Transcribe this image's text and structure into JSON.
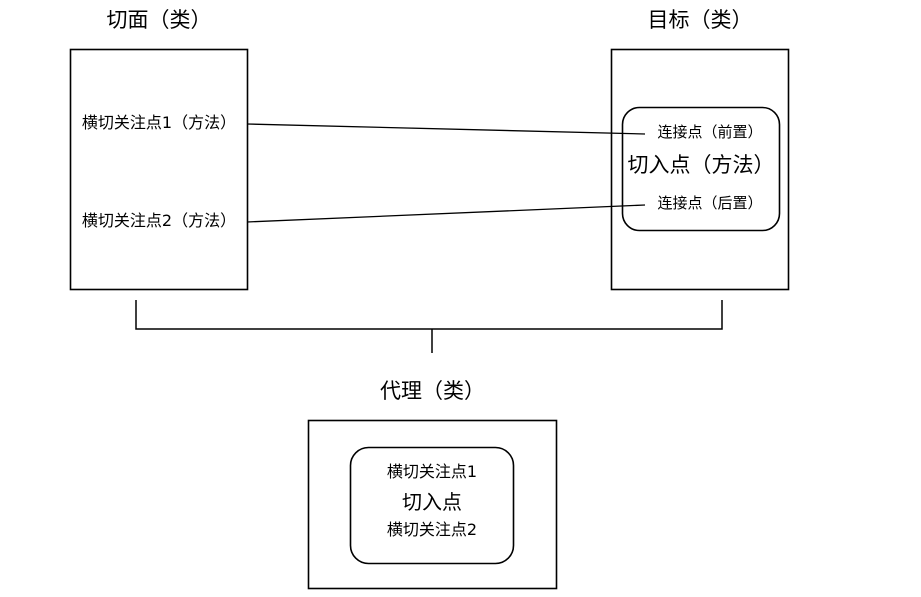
{
  "diagram": {
    "type": "aop-proxy-class-diagram",
    "background": "#ffffff",
    "stroke": "#000000",
    "nodes": {
      "aspect": {
        "title": "切面（类）",
        "items": [
          {
            "label": "横切关注点1（方法）"
          },
          {
            "label": "横切关注点2（方法）"
          }
        ]
      },
      "target": {
        "title": "目标（类）",
        "inner": {
          "joinpoint_before": "连接点（前置）",
          "pointcut": "切入点（方法）",
          "joinpoint_after": "连接点（后置）"
        }
      },
      "proxy": {
        "title": "代理（类）",
        "inner": {
          "concern1": "横切关注点1",
          "pointcut": "切入点",
          "concern2": "横切关注点2"
        }
      }
    },
    "connectors": [
      {
        "name": "aspect-concern1-to-target-before",
        "from": "横切关注点1（方法）",
        "to": "连接点（前置）"
      },
      {
        "name": "aspect-concern2-to-target-after",
        "from": "横切关注点2（方法）",
        "to": "连接点（后置）"
      },
      {
        "name": "aspect-and-target-to-proxy",
        "from": "切面（类）+目标（类）",
        "to": "代理（类）"
      }
    ]
  }
}
